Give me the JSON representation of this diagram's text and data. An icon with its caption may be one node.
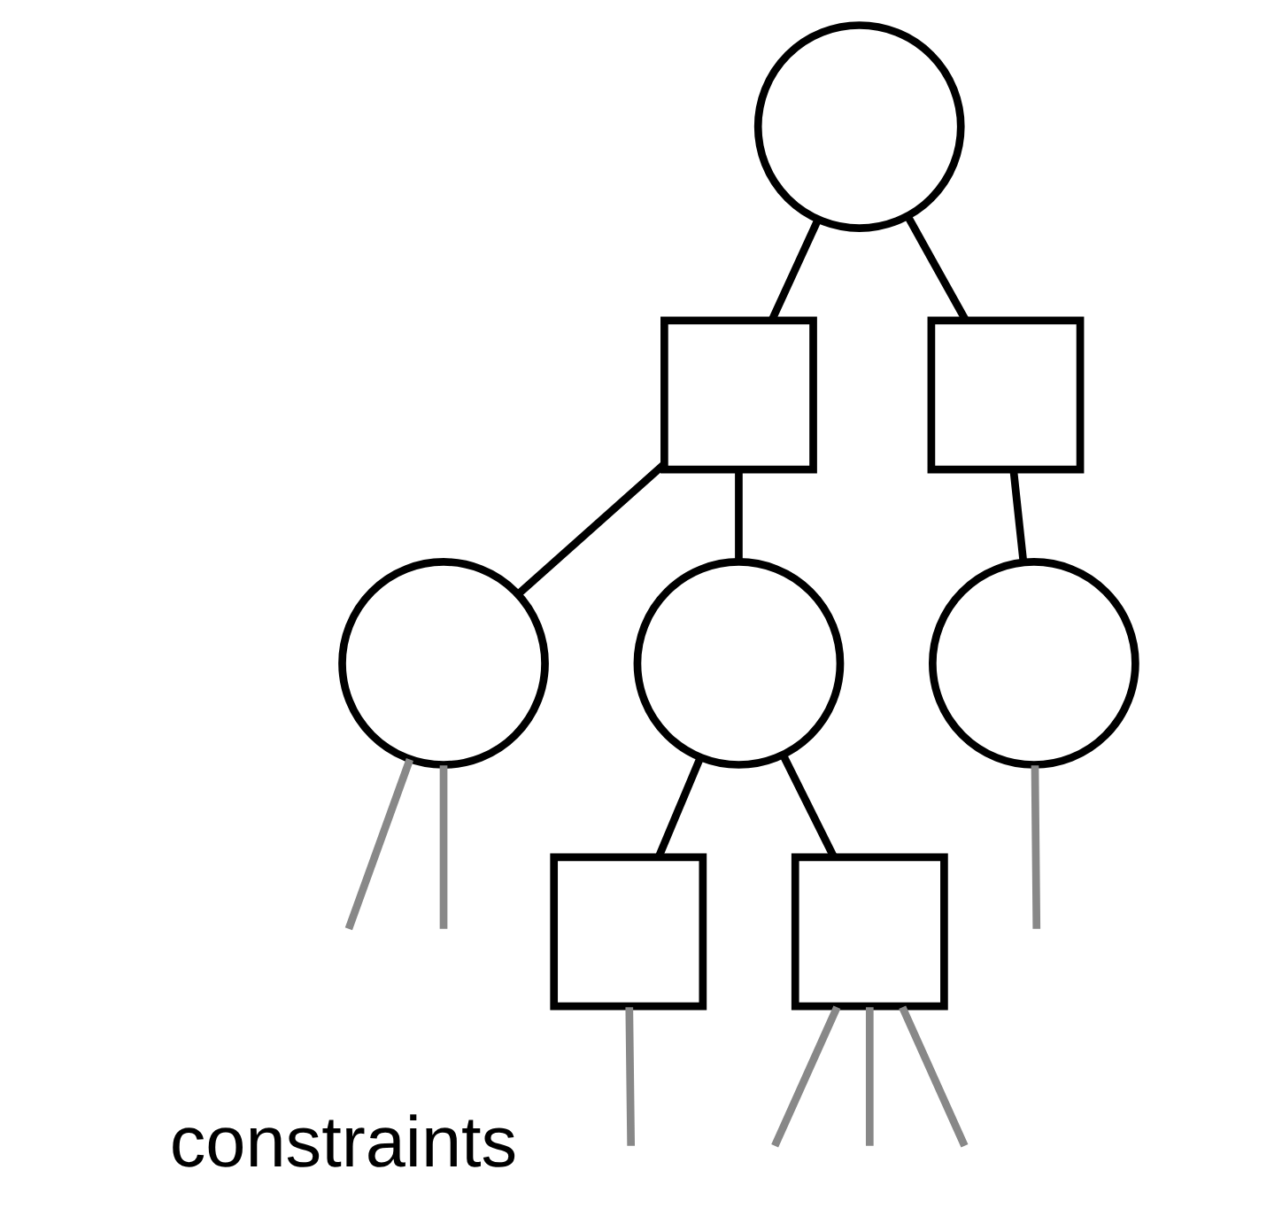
{
  "diagram": {
    "nodes": [
      {
        "text": [],
        "shape": "circle"
      },
      {
        "text": [],
        "shape": "box"
      },
      {
        "text": [],
        "shape": "box"
      },
      {
        "text": [],
        "shape": "circle"
      },
      {
        "text": [],
        "shape": "circle"
      },
      {
        "text": [],
        "shape": "circle"
      },
      {
        "text": [],
        "shape": "box"
      },
      {
        "text": [],
        "shape": "box"
      }
    ],
    "edges": [
      {
        "from": 0,
        "to": 1,
        "arrow": "none"
      },
      {
        "from": 0,
        "to": 2,
        "arrow": "none"
      },
      {
        "from": 1,
        "to": 3,
        "arrow": "none"
      },
      {
        "from": 1,
        "to": 4,
        "arrow": "none"
      },
      {
        "from": 2,
        "to": 5,
        "arrow": "none"
      },
      {
        "from": 3,
        "to": null,
        "arrow": "none",
        "color": "#888888"
      },
      {
        "from": 3,
        "to": null,
        "arrow": "none",
        "color": "#888888"
      },
      {
        "from": 4,
        "to": 6,
        "arrow": "none"
      },
      {
        "from": 4,
        "to": 7,
        "arrow": "none"
      },
      {
        "from": 5,
        "to": null,
        "arrow": "none",
        "color": "#888888"
      },
      {
        "from": 6,
        "to": null,
        "arrow": "none",
        "color": "#888888"
      },
      {
        "from": 7,
        "to": null,
        "arrow": "none",
        "color": "#888888"
      },
      {
        "from": 7,
        "to": null,
        "arrow": "none",
        "color": "#888888"
      },
      {
        "from": 7,
        "to": null,
        "arrow": "none",
        "color": "#888888"
      }
    ],
    "labels": [
      "constraints"
    ]
  }
}
